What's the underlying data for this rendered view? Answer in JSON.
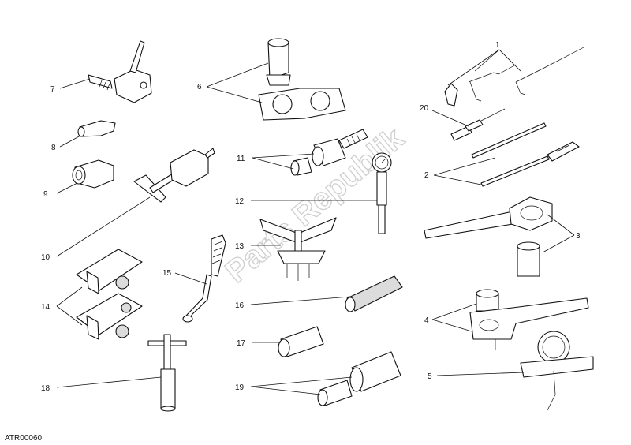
{
  "diagram_code": "ATR00060",
  "watermark": "Parts Republik",
  "callouts": [
    {
      "id": "c1",
      "text": "1"
    },
    {
      "id": "c2",
      "text": "2"
    },
    {
      "id": "c3",
      "text": "3"
    },
    {
      "id": "c4",
      "text": "4"
    },
    {
      "id": "c5",
      "text": "5"
    },
    {
      "id": "c6",
      "text": "6"
    },
    {
      "id": "c7",
      "text": "7"
    },
    {
      "id": "c8",
      "text": "8"
    },
    {
      "id": "c9",
      "text": "9"
    },
    {
      "id": "c10",
      "text": "10"
    },
    {
      "id": "c11",
      "text": "11"
    },
    {
      "id": "c12",
      "text": "12"
    },
    {
      "id": "c13",
      "text": "13"
    },
    {
      "id": "c14",
      "text": "14"
    },
    {
      "id": "c15",
      "text": "15"
    },
    {
      "id": "c16",
      "text": "16"
    },
    {
      "id": "c17",
      "text": "17"
    },
    {
      "id": "c18",
      "text": "18"
    },
    {
      "id": "c19",
      "text": "19"
    },
    {
      "id": "c20",
      "text": "20"
    }
  ],
  "colors": {
    "ink": "#111111",
    "paper": "#ffffff",
    "watermark": "#cfcfcf"
  }
}
